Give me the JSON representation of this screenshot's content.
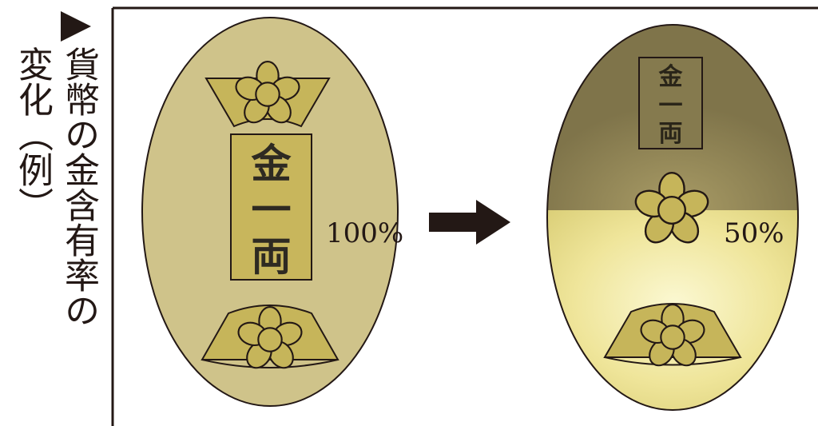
{
  "title": {
    "line1": "貨幣の金含有率の",
    "line2": "変化（例）"
  },
  "coins": [
    {
      "stamp_lines": [
        "金",
        "一",
        "両"
      ],
      "gold_percent_label": "100%"
    },
    {
      "stamp_lines": [
        "金",
        "一",
        "両"
      ],
      "gold_percent_label": "50%"
    }
  ],
  "colors": {
    "coin_gold": "#cfc38a",
    "debased_top": "#857a4e",
    "debased_bottom": "#f1e9a2",
    "emblem_fill": "#c6b55a",
    "outline": "#231815"
  },
  "icons": [
    "right-arrow-icon",
    "flower-crest-icon"
  ]
}
